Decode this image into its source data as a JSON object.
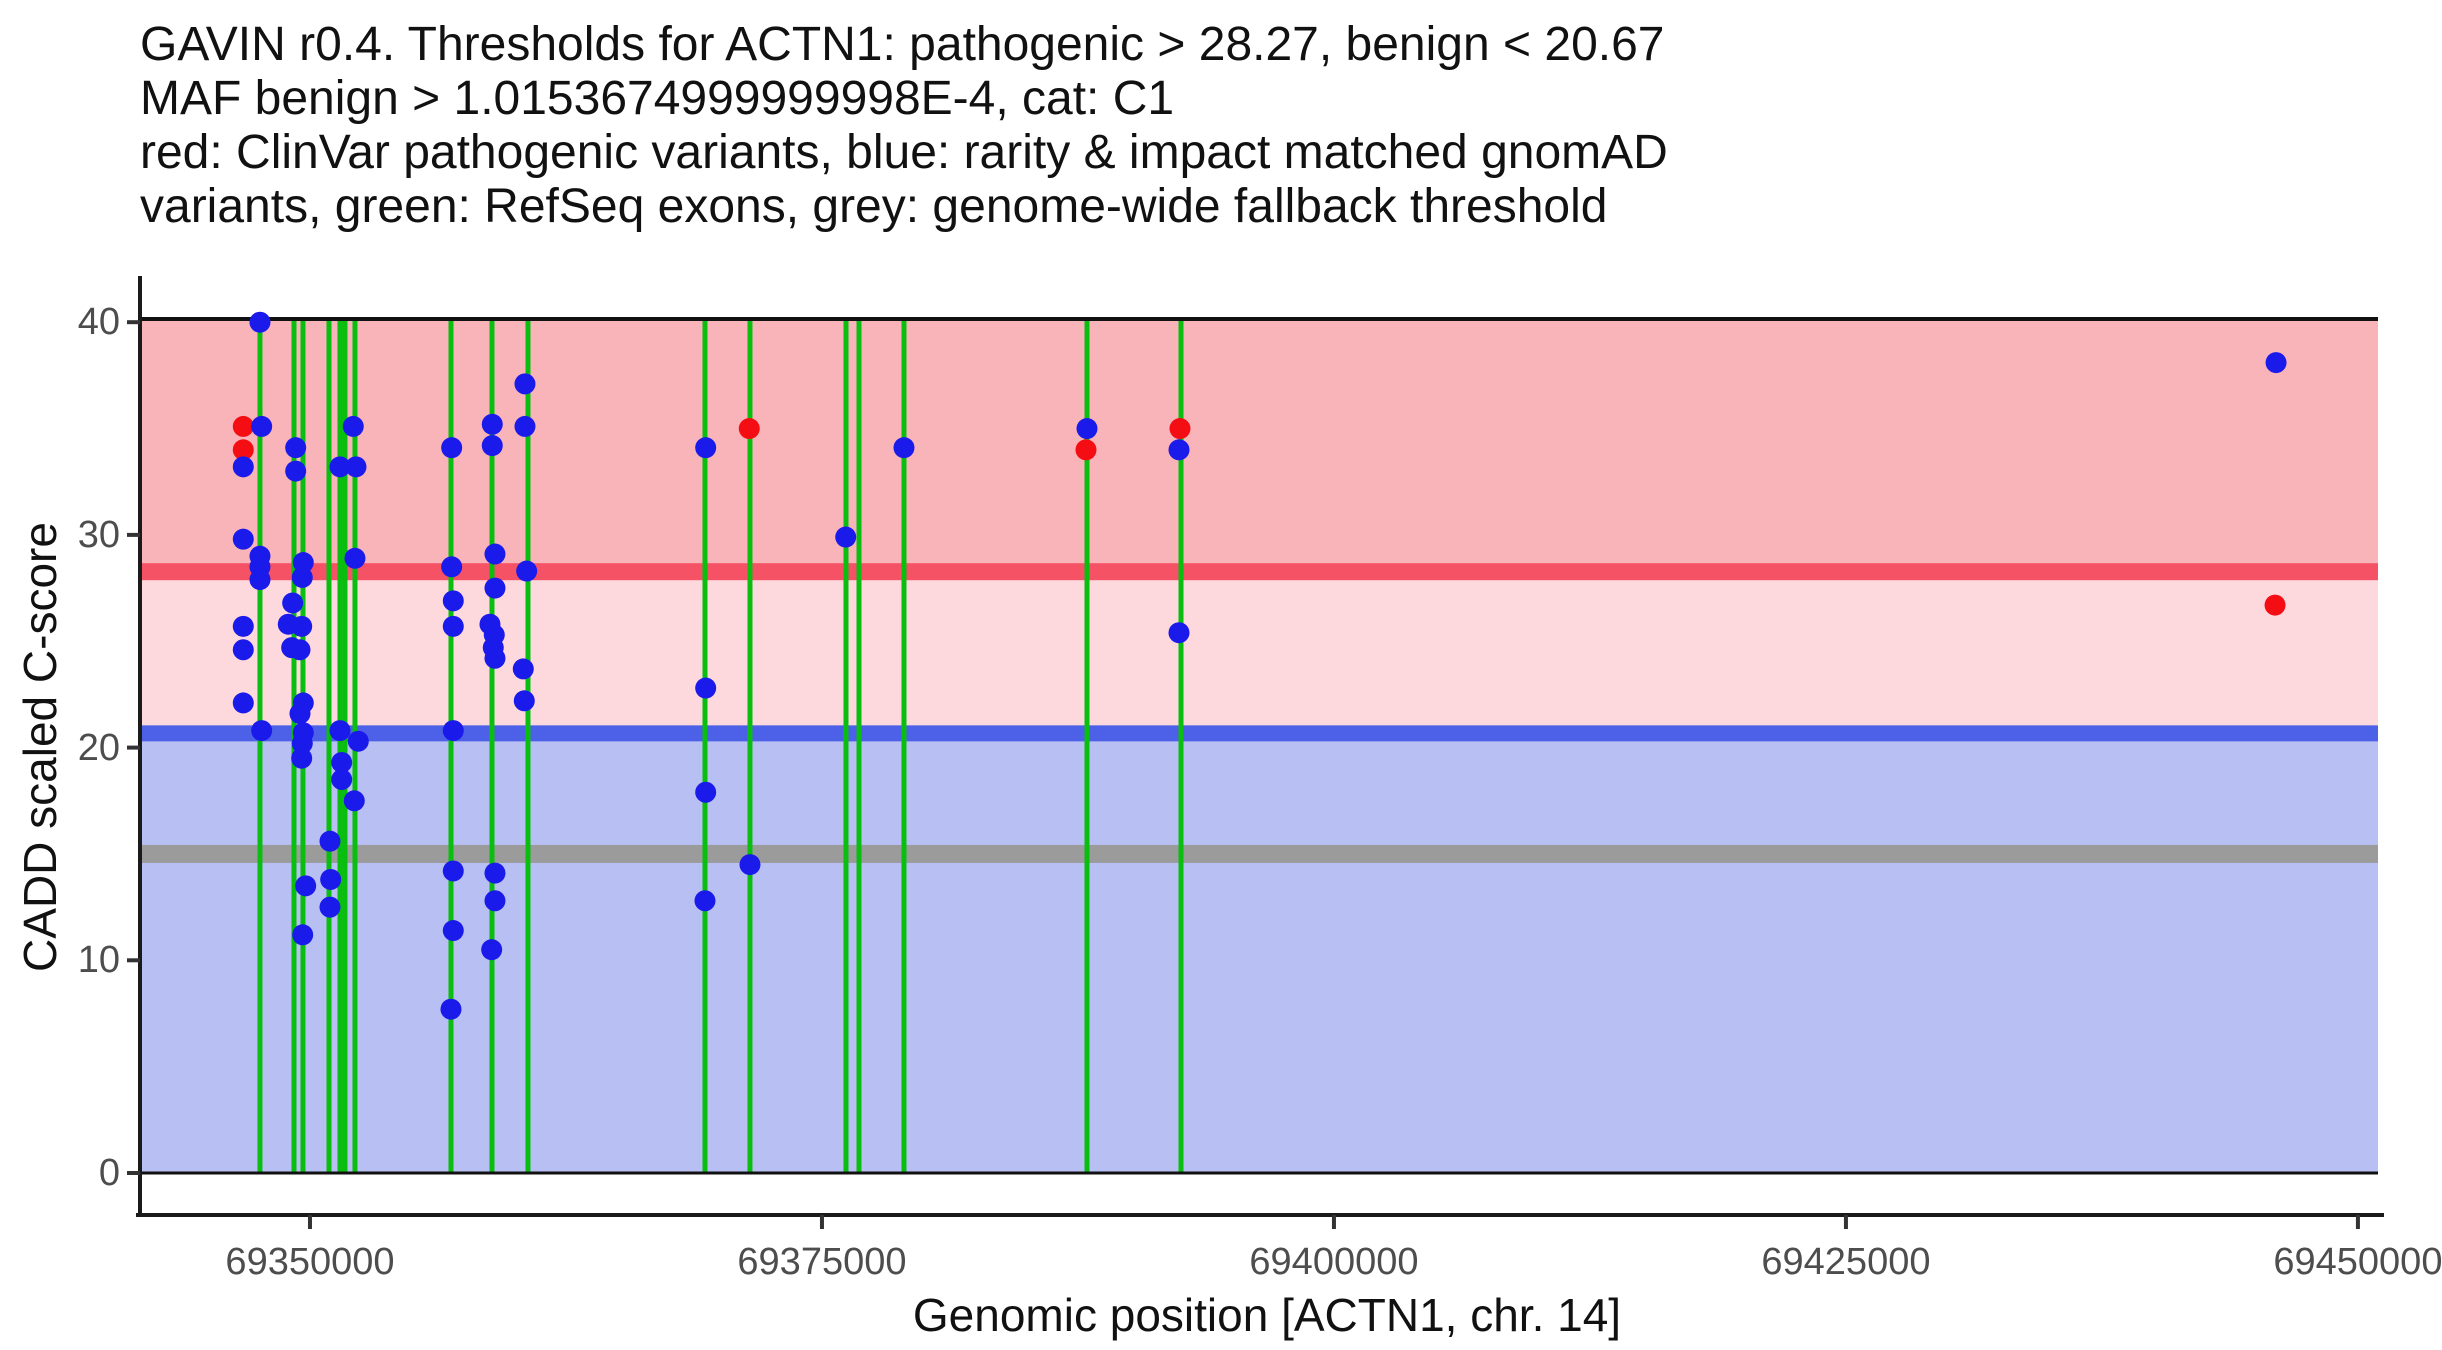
{
  "chart_data": {
    "type": "scatter",
    "title_lines": [
      "GAVIN r0.4. Thresholds for ACTN1: pathogenic > 28.27, benign < 20.67",
      "MAF benign > 1.0153674999999998E-4, cat: C1",
      "red: ClinVar pathogenic variants, blue: rarity & impact matched gnomAD",
      "variants, green: RefSeq exons, grey: genome-wide fallback threshold"
    ],
    "xlabel": "Genomic position [ACTN1, chr. 14]",
    "ylabel": "CADD scaled C-score",
    "gene": "ACTN1",
    "chromosome": "14",
    "category": "C1",
    "maf_benign": "1.0153674999999998E-4",
    "xlim": [
      69341700,
      69450980
    ],
    "ylim": [
      0,
      40.15
    ],
    "x_ticks": [
      {
        "value": 69350000,
        "label": "69350000"
      },
      {
        "value": 69375000,
        "label": "69375000"
      },
      {
        "value": 69400000,
        "label": "69400000"
      },
      {
        "value": 69425000,
        "label": "69425000"
      },
      {
        "value": 69450000,
        "label": "69450000"
      }
    ],
    "y_ticks": [
      {
        "value": 0,
        "label": "0"
      },
      {
        "value": 10,
        "label": "10"
      },
      {
        "value": 20,
        "label": "20"
      },
      {
        "value": 30,
        "label": "30"
      },
      {
        "value": 40,
        "label": "40"
      }
    ],
    "thresholds": {
      "pathogenic": 28.27,
      "benign": 20.67,
      "genome_wide_fallback": 15
    },
    "exon_positions": [
      69347558,
      69349219,
      69349658,
      69350928,
      69351465,
      69351709,
      69352197,
      69356885,
      69358887,
      69360645,
      69369288,
      69371485,
      69376173,
      69376808,
      69379005,
      69387941,
      69392531
    ],
    "series": [
      {
        "name": "ClinVar pathogenic variants",
        "color": "#f50d14",
        "points": [
          {
            "pos": 69346743,
            "cadd": 35.1
          },
          {
            "pos": 69346743,
            "cadd": 34.0
          },
          {
            "pos": 69371450,
            "cadd": 35.0
          },
          {
            "pos": 69387892,
            "cadd": 34.0
          },
          {
            "pos": 69392482,
            "cadd": 35.0
          },
          {
            "pos": 69445953,
            "cadd": 26.7
          }
        ]
      },
      {
        "name": "rarity & impact matched gnomAD variants",
        "color": "#1a1aeb",
        "points": [
          {
            "pos": 69346743,
            "cadd": 33.2
          },
          {
            "pos": 69346743,
            "cadd": 29.8
          },
          {
            "pos": 69346743,
            "cadd": 25.7
          },
          {
            "pos": 69346743,
            "cadd": 24.6
          },
          {
            "pos": 69346743,
            "cadd": 22.1
          },
          {
            "pos": 69347558,
            "cadd": 40.0
          },
          {
            "pos": 69347558,
            "cadd": 29.0
          },
          {
            "pos": 69347558,
            "cadd": 28.5
          },
          {
            "pos": 69347558,
            "cadd": 27.9
          },
          {
            "pos": 69347641,
            "cadd": 35.1
          },
          {
            "pos": 69347641,
            "cadd": 20.8
          },
          {
            "pos": 69349302,
            "cadd": 34.1
          },
          {
            "pos": 69349302,
            "cadd": 33.0
          },
          {
            "pos": 69349155,
            "cadd": 26.8
          },
          {
            "pos": 69348940,
            "cadd": 25.8
          },
          {
            "pos": 69349106,
            "cadd": 24.7
          },
          {
            "pos": 69349673,
            "cadd": 28.7
          },
          {
            "pos": 69349624,
            "cadd": 28.0
          },
          {
            "pos": 69349595,
            "cadd": 25.7
          },
          {
            "pos": 69349512,
            "cadd": 24.6
          },
          {
            "pos": 69349673,
            "cadd": 22.1
          },
          {
            "pos": 69349512,
            "cadd": 21.6
          },
          {
            "pos": 69349673,
            "cadd": 20.7
          },
          {
            "pos": 69349624,
            "cadd": 20.2
          },
          {
            "pos": 69349595,
            "cadd": 19.5
          },
          {
            "pos": 69349790,
            "cadd": 13.5
          },
          {
            "pos": 69349644,
            "cadd": 11.2
          },
          {
            "pos": 69350977,
            "cadd": 15.6
          },
          {
            "pos": 69351011,
            "cadd": 13.8
          },
          {
            "pos": 69350977,
            "cadd": 12.5
          },
          {
            "pos": 69351465,
            "cadd": 33.2
          },
          {
            "pos": 69351465,
            "cadd": 20.8
          },
          {
            "pos": 69351548,
            "cadd": 19.3
          },
          {
            "pos": 69351548,
            "cadd": 18.5
          },
          {
            "pos": 69352246,
            "cadd": 33.2
          },
          {
            "pos": 69352114,
            "cadd": 35.1
          },
          {
            "pos": 69352197,
            "cadd": 28.9
          },
          {
            "pos": 69352358,
            "cadd": 20.3
          },
          {
            "pos": 69352163,
            "cadd": 17.5
          },
          {
            "pos": 69356919,
            "cadd": 34.1
          },
          {
            "pos": 69356919,
            "cadd": 28.5
          },
          {
            "pos": 69356997,
            "cadd": 26.9
          },
          {
            "pos": 69356997,
            "cadd": 25.7
          },
          {
            "pos": 69356997,
            "cadd": 20.8
          },
          {
            "pos": 69356997,
            "cadd": 14.2
          },
          {
            "pos": 69356997,
            "cadd": 11.4
          },
          {
            "pos": 69356885,
            "cadd": 7.7
          },
          {
            "pos": 69358901,
            "cadd": 35.2
          },
          {
            "pos": 69358901,
            "cadd": 34.2
          },
          {
            "pos": 69359033,
            "cadd": 29.1
          },
          {
            "pos": 69359033,
            "cadd": 27.5
          },
          {
            "pos": 69358789,
            "cadd": 25.8
          },
          {
            "pos": 69358999,
            "cadd": 25.3
          },
          {
            "pos": 69358950,
            "cadd": 24.7
          },
          {
            "pos": 69359033,
            "cadd": 24.2
          },
          {
            "pos": 69359033,
            "cadd": 14.1
          },
          {
            "pos": 69359033,
            "cadd": 12.8
          },
          {
            "pos": 69358872,
            "cadd": 10.5
          },
          {
            "pos": 69360498,
            "cadd": 37.1
          },
          {
            "pos": 69360498,
            "cadd": 35.1
          },
          {
            "pos": 69360581,
            "cadd": 28.3
          },
          {
            "pos": 69360415,
            "cadd": 23.7
          },
          {
            "pos": 69360464,
            "cadd": 22.2
          },
          {
            "pos": 69369322,
            "cadd": 34.1
          },
          {
            "pos": 69369322,
            "cadd": 22.8
          },
          {
            "pos": 69369322,
            "cadd": 17.9
          },
          {
            "pos": 69369288,
            "cadd": 12.8
          },
          {
            "pos": 69371485,
            "cadd": 14.5
          },
          {
            "pos": 69376160,
            "cadd": 29.9
          },
          {
            "pos": 69379005,
            "cadd": 34.1
          },
          {
            "pos": 69387941,
            "cadd": 35.0
          },
          {
            "pos": 69392434,
            "cadd": 34.0
          },
          {
            "pos": 69392434,
            "cadd": 25.4
          },
          {
            "pos": 69446002,
            "cadd": 38.1
          }
        ]
      }
    ],
    "colors": {
      "band_pathogenic": "#f9b4ba",
      "band_uncertain": "#fdd8dd",
      "band_benign": "#b8bff3",
      "pathogenic_line": "#f65266",
      "benign_line": "#4d61e8",
      "fallback_line": "#9b9b9b",
      "exon_line": "#0abe10",
      "clinvar_dot": "#f50d14",
      "gnomad_dot": "#1a1aeb",
      "axis_text": "#4d4d4d",
      "axis_line": "#1a1a1a"
    },
    "legend_position": "none",
    "grid": false
  }
}
